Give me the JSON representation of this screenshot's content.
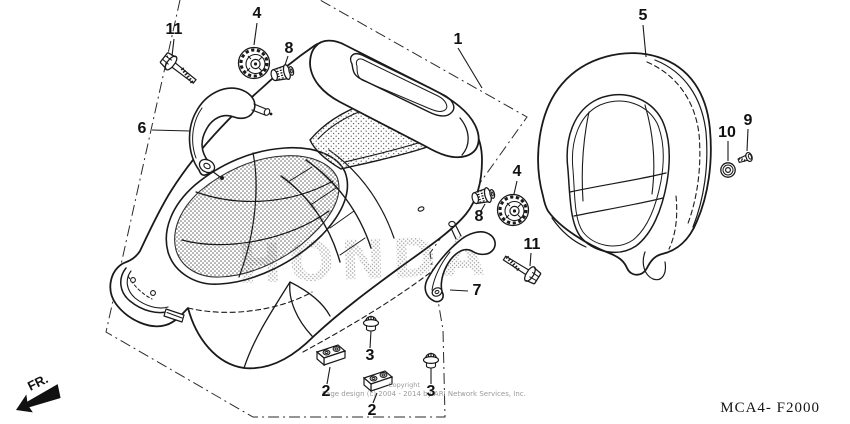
{
  "diagram": {
    "code": "MCA4- F2000",
    "fr_label": "FR.",
    "watermark": "HONDA",
    "copyright": {
      "line1": "Copyright",
      "line2": "Page design (c) 2004 - 2014 by ARI Network Services, Inc."
    },
    "callouts": [
      {
        "id": "11a",
        "num": "11"
      },
      {
        "id": "4a",
        "num": "4"
      },
      {
        "id": "8a",
        "num": "8"
      },
      {
        "id": "6",
        "num": "6"
      },
      {
        "id": "1",
        "num": "1"
      },
      {
        "id": "5",
        "num": "5"
      },
      {
        "id": "10",
        "num": "10"
      },
      {
        "id": "9",
        "num": "9"
      },
      {
        "id": "4b",
        "num": "4"
      },
      {
        "id": "8b",
        "num": "8"
      },
      {
        "id": "11b",
        "num": "11"
      },
      {
        "id": "7",
        "num": "7"
      },
      {
        "id": "2a",
        "num": "2"
      },
      {
        "id": "3a",
        "num": "3"
      },
      {
        "id": "2b",
        "num": "2"
      },
      {
        "id": "3b",
        "num": "3"
      }
    ],
    "colors": {
      "line": "#1a1a1a",
      "paper": "#ffffff",
      "stipple": "#555555"
    }
  }
}
